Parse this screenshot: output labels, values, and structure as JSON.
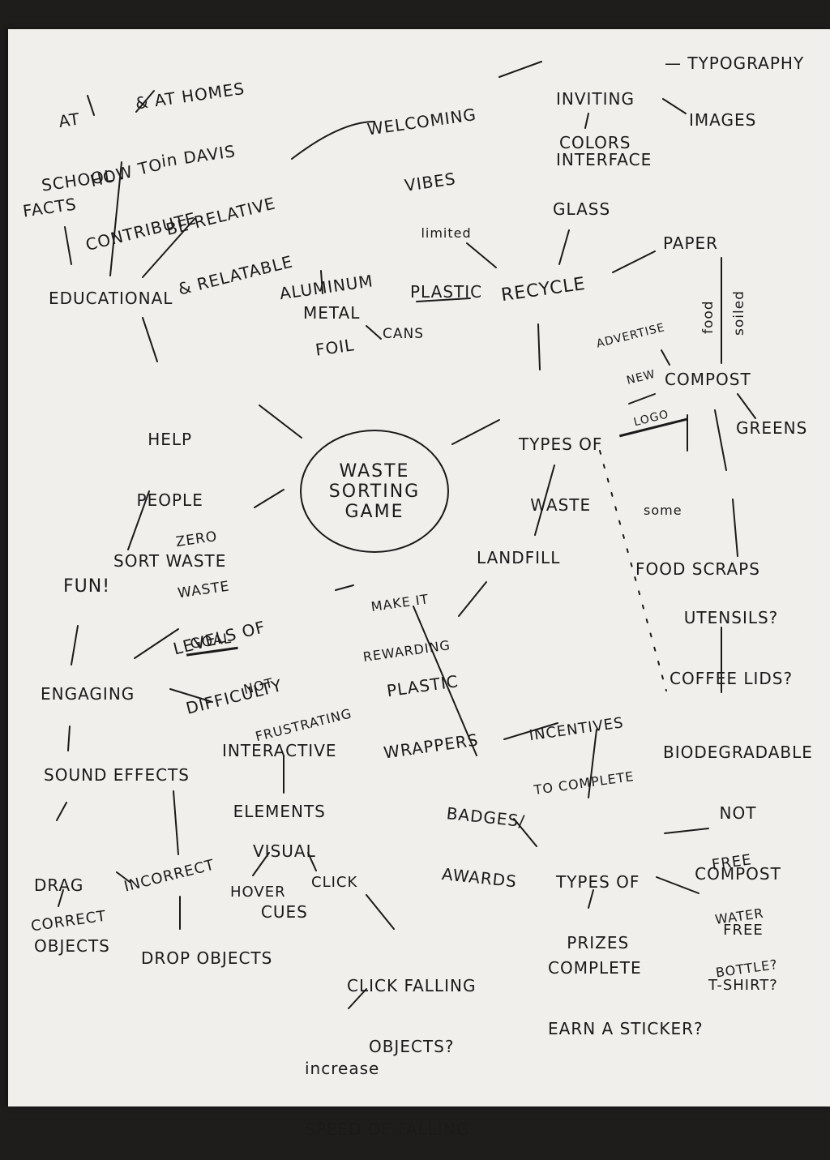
{
  "colors": {
    "paper": "#f1efec",
    "ink": "#1b1a19",
    "background": "#1f1d1c"
  },
  "center": [
    "WASTE",
    "SORTING",
    "GAME"
  ],
  "nodes": {
    "at_school": [
      "AT",
      "SCHOOL"
    ],
    "at_homes": [
      "& AT HOMES",
      "in DAVIS"
    ],
    "how_to_contribute": [
      "HOW TO",
      "CONTRIBUTE"
    ],
    "welcoming_vibes": [
      "WELCOMING",
      "VIBES"
    ],
    "inviting_interface": [
      "INVITING",
      "INTERFACE"
    ],
    "typography": "— TYPOGRAPHY",
    "images": "IMAGES",
    "colors": "COLORS",
    "facts": "FACTS",
    "be_relative": [
      "BE RELATIVE",
      "& RELATABLE"
    ],
    "limited_plastic": [
      "limited",
      "PLASTIC"
    ],
    "glass": "GLASS",
    "aluminum_foil": [
      "ALUMINUM",
      "FOIL"
    ],
    "paper": "PAPER",
    "educational": "EDUCATIONAL",
    "metal": "METAL",
    "recycle": "RECYCLE",
    "cans": "CANS",
    "advertise_logo": [
      "ADVERTISE",
      "NEW",
      "LOGO"
    ],
    "food": "food",
    "soiled": "soiled",
    "help_sort": [
      "HELP",
      "PEOPLE",
      "SORT WASTE"
    ],
    "types_of_waste": [
      "TYPES OF",
      "WASTE"
    ],
    "compost": "COMPOST",
    "greens": "GREENS",
    "food_scraps": [
      "some",
      "FOOD SCRAPS"
    ],
    "zero_waste": [
      "ZERO",
      "WASTE",
      "GOAL"
    ],
    "landfill": "LANDFILL",
    "fun": "FUN!",
    "utensils": [
      "UTENSILS?",
      "COFFEE LIDS?"
    ],
    "levels": [
      "LEVELS OF",
      "DIFFICULTY"
    ],
    "make_rewarding": [
      "MAKE IT",
      "REWARDING"
    ],
    "not_frustrating": [
      "NOT",
      "FRUSTRATING"
    ],
    "plastic_wrappers": [
      "PLASTIC",
      "WRAPPERS"
    ],
    "engaging": "ENGAGING",
    "interactive": [
      "INTERACTIVE",
      "ELEMENTS"
    ],
    "incentives": [
      "INCENTIVES",
      "TO COMPLETE"
    ],
    "biodegradable": [
      "BIODEGRADABLE",
      "NOT",
      "COMPOST"
    ],
    "sound_effects": "SOUND EFFECTS",
    "badges": [
      "BADGES/",
      "AWARDS"
    ],
    "visual_cues": [
      "VISUAL",
      "CUES"
    ],
    "drag_objects": [
      "DRAG",
      "OBJECTS"
    ],
    "free_water": [
      "FREE",
      "WATER",
      "BOTTLE?"
    ],
    "types_of_prizes": [
      "TYPES OF",
      "PRIZES"
    ],
    "incorrect": "INCORRECT",
    "hover": "HOVER",
    "click": "CLICK",
    "correct": "CORRECT",
    "free_tshirt": [
      "FREE",
      "T-SHIRT?"
    ],
    "complete_sticker": [
      "COMPLETE",
      "EARN A STICKER?"
    ],
    "drop_objects": "DROP OBJECTS",
    "click_falling": [
      "CLICK FALLING",
      "OBJECTS?"
    ],
    "increase_speed": [
      "increase",
      "SPEED OF FALLING"
    ]
  }
}
